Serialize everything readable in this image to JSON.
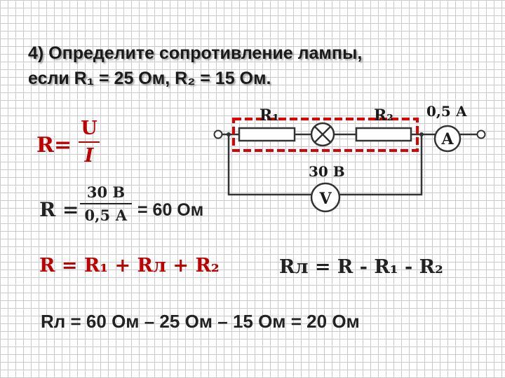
{
  "title": {
    "line1": "4) Определите сопротивление лампы,",
    "line2": "если R₁ = 25 Ом, R₂ = 15 Ом."
  },
  "formula1": {
    "lhs": "R",
    "eq": "=",
    "num": "U",
    "den": "I"
  },
  "formula2": {
    "lhs": "R",
    "eq": "=",
    "num": "30 В",
    "den": "0,5 А",
    "result": "= 60 Ом"
  },
  "formula3": {
    "text": "R = R₁ + Rл + R₂"
  },
  "formula4": {
    "text": "Rл = R - R₁ - R₂"
  },
  "formula5": {
    "text": "Rл = 60 Ом – 25 Ом – 15 Ом = 20 Ом"
  },
  "circuit": {
    "r1_label": "R₁",
    "r2_label": "R₂",
    "current_label": "0,5 А",
    "ammeter_symbol": "A",
    "voltage_label": "30 В",
    "voltmeter_symbol": "V",
    "colors": {
      "wire": "#333333",
      "highlight": "#e00000",
      "text": "#1a1a1a"
    }
  }
}
